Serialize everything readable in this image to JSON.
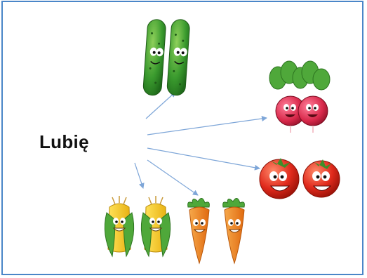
{
  "slide": {
    "label": "Lubię"
  },
  "vegetables": [
    {
      "name": "cucumbers"
    },
    {
      "name": "radishes"
    },
    {
      "name": "tomatoes"
    },
    {
      "name": "carrots"
    },
    {
      "name": "corn"
    }
  ],
  "colors": {
    "border": "#4a86c8",
    "arrow": "#7ea6d8",
    "cucumber": "#3a9a2e",
    "radish": "#d8284a",
    "tomato": "#e02a1c",
    "carrot": "#f08a1c",
    "corn": "#f2c81e",
    "leaf": "#4fa83a"
  }
}
